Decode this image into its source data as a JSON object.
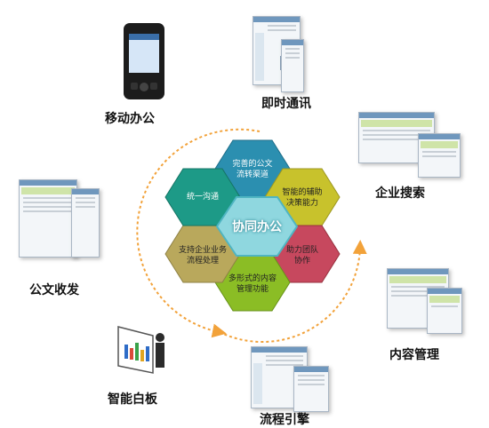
{
  "diagram": {
    "center": "协同办公",
    "hexagons": [
      {
        "id": "top",
        "lines": [
          "完善的公文",
          "流转渠道"
        ],
        "color": "#2b8fb0"
      },
      {
        "id": "upper-right",
        "lines": [
          "智能的辅助",
          "决策能力"
        ],
        "color": "#c8c22c"
      },
      {
        "id": "lower-right",
        "lines": [
          "助力团队",
          "协作"
        ],
        "color": "#c7485e"
      },
      {
        "id": "bottom",
        "lines": [
          "多形式的内容",
          "管理功能"
        ],
        "color": "#8bbd25"
      },
      {
        "id": "lower-left",
        "lines": [
          "支持企业业务",
          "流程处理"
        ],
        "color": "#b9a85c"
      },
      {
        "id": "upper-left",
        "lines": [
          "统一沟通"
        ],
        "color": "#1d9a87"
      }
    ],
    "modules": {
      "mobile": "移动办公",
      "im": "即时通讯",
      "search": "企业搜索",
      "document": "公文收发",
      "content": "内容管理",
      "whiteboard": "智能白板",
      "workflow": "流程引擎"
    },
    "colors": {
      "arrow": "#f2a23a",
      "center": "#8fd7df"
    }
  }
}
